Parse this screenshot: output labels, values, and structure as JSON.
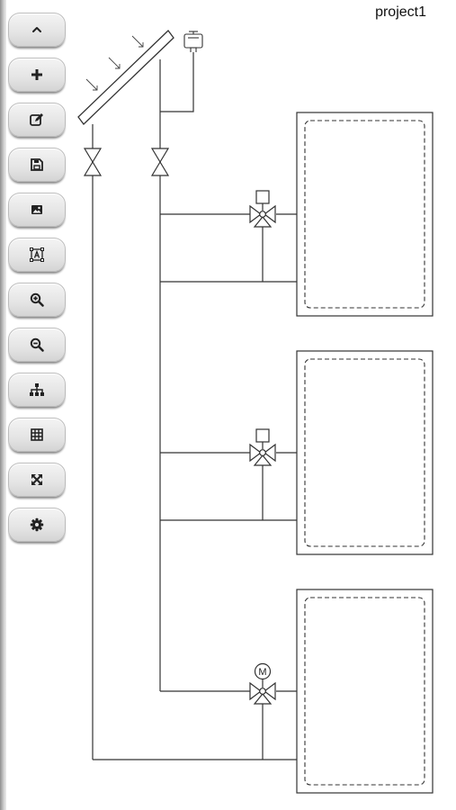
{
  "project": {
    "title": "project1"
  },
  "toolbar": {
    "buttons": [
      {
        "name": "collapse-button",
        "icon": "chevron-up-icon"
      },
      {
        "name": "add-button",
        "icon": "plus-icon"
      },
      {
        "name": "edit-button",
        "icon": "edit-icon"
      },
      {
        "name": "save-button",
        "icon": "save-icon"
      },
      {
        "name": "image-button",
        "icon": "image-icon"
      },
      {
        "name": "text-button",
        "icon": "text-box-icon"
      },
      {
        "name": "zoom-in-button",
        "icon": "zoom-in-icon"
      },
      {
        "name": "zoom-out-button",
        "icon": "zoom-out-icon"
      },
      {
        "name": "hierarchy-button",
        "icon": "sitemap-icon"
      },
      {
        "name": "grid-button",
        "icon": "grid-icon"
      },
      {
        "name": "fit-screen-button",
        "icon": "expand-icon"
      },
      {
        "name": "settings-button",
        "icon": "gear-icon"
      }
    ]
  },
  "diagram": {
    "motor_valve_label": "M",
    "colors": {
      "line": "#333333",
      "icon": "#222222"
    }
  }
}
